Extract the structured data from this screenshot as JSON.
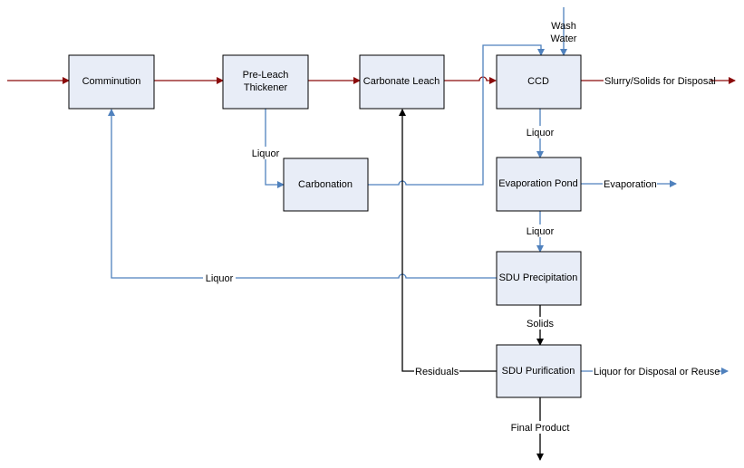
{
  "colors": {
    "box_fill": "#e8edf7",
    "box_stroke": "#000000",
    "flow_red": "#8b0a0a",
    "flow_blue": "#4f81bd",
    "flow_black": "#000000"
  },
  "nodes": {
    "comminution": "Comminution",
    "pre_leach_thickener": [
      "Pre-Leach",
      "Thickener"
    ],
    "carbonate_leach": "Carbonate Leach",
    "ccd": "CCD",
    "carbonation": "Carbonation",
    "evaporation_pond": "Evaporation Pond",
    "sdu_precipitation": "SDU Precipitation",
    "sdu_purification": "SDU Purification"
  },
  "labels": {
    "wash_water": [
      "Wash",
      "Water"
    ],
    "slurry_solids": "Slurry/Solids for Disposal",
    "liquor_thickener": "Liquor",
    "liquor_ccd": "Liquor",
    "evaporation": "Evaporation",
    "liquor_pond": "Liquor",
    "liquor_return": "Liquor",
    "solids": "Solids",
    "residuals": "Residuals",
    "liquor_disposal": "Liquor for Disposal or Reuse",
    "final_product": "Final Product"
  }
}
